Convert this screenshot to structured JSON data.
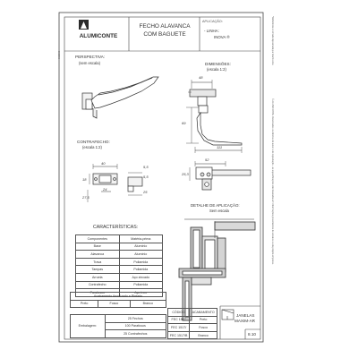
{
  "header": {
    "logo_text": "ALUMICONTE",
    "title_line1": "FECHO ALAVANCA",
    "title_line2": "COM BAGUETE",
    "application_label": "APLICAÇÃO:",
    "application_line1": "- LINHA:",
    "application_line2": "INOVA ®"
  },
  "sections": {
    "perspective_title": "PERSPECTIVA:",
    "perspective_sub": "(sem escala)",
    "dimensions_title": "DIMENSÕES:",
    "dimensions_sub": "(escala 1:2)",
    "strike_title": "CONTRAFECHO:",
    "strike_sub": "(escala 1:2)",
    "application_detail_title": "DETALHE DE APLICAÇÃO:",
    "application_detail_sub": "Sem escala",
    "characteristics_title": "CARACTERÍSTICAS:"
  },
  "dims": {
    "d48": "48",
    "d69": "69",
    "d111": "111",
    "d52": "52",
    "d253": "25,3",
    "d40": "40",
    "d55a": "5,5",
    "d55b": "5,5",
    "d24": "24",
    "d25": "25",
    "d18": "18",
    "d275": "27,5"
  },
  "components_table": {
    "headers": [
      "Componentes",
      "Matéria-prima"
    ],
    "rows": [
      [
        "Base",
        "Alumínio"
      ],
      [
        "Alavanca",
        "Alumínio"
      ],
      [
        "Trava",
        "Poliamida"
      ],
      [
        "Tampas",
        "Poliamida"
      ],
      [
        "Arruela",
        "Aço zincado"
      ],
      [
        "Contrafecho",
        "Poliamida"
      ],
      [
        "Parafusos",
        "Aço inox"
      ]
    ]
  },
  "finish": {
    "title": "Acabamento Anodizado e Pintado",
    "options": [
      "Preto",
      "Fosco",
      "Branco"
    ]
  },
  "packaging": {
    "label": "Embalagem:",
    "rows": [
      "25 Fechos",
      "100 Parafusos",
      "25 Contrafechos"
    ]
  },
  "codes_table": {
    "headers": [
      "CÓDIGO",
      "ACABAMENTO"
    ],
    "rows": [
      [
        "FEC 1517",
        "Preto"
      ],
      [
        "FEC 1517/",
        "Fosco"
      ],
      [
        "FEC 1517/B",
        "Branco"
      ]
    ]
  },
  "footer": {
    "category_line1": "JANELAS",
    "category_line2": "MAXIM-AR",
    "page_number": "8.10"
  },
  "side_notes": {
    "left_small": "00/2000",
    "right_top": "*Referência a tomada depositada por Alumiconte.",
    "right_bottom": "© ALUMICONTE. Reservados os direitos de autor e de reprodução - as especificações são baseadas em informações provenientes de ensaios ou da própria empresa."
  },
  "colors": {
    "line": "#444444",
    "brand": "#2b2b2b",
    "frame_gray": "#cfcfcf"
  }
}
